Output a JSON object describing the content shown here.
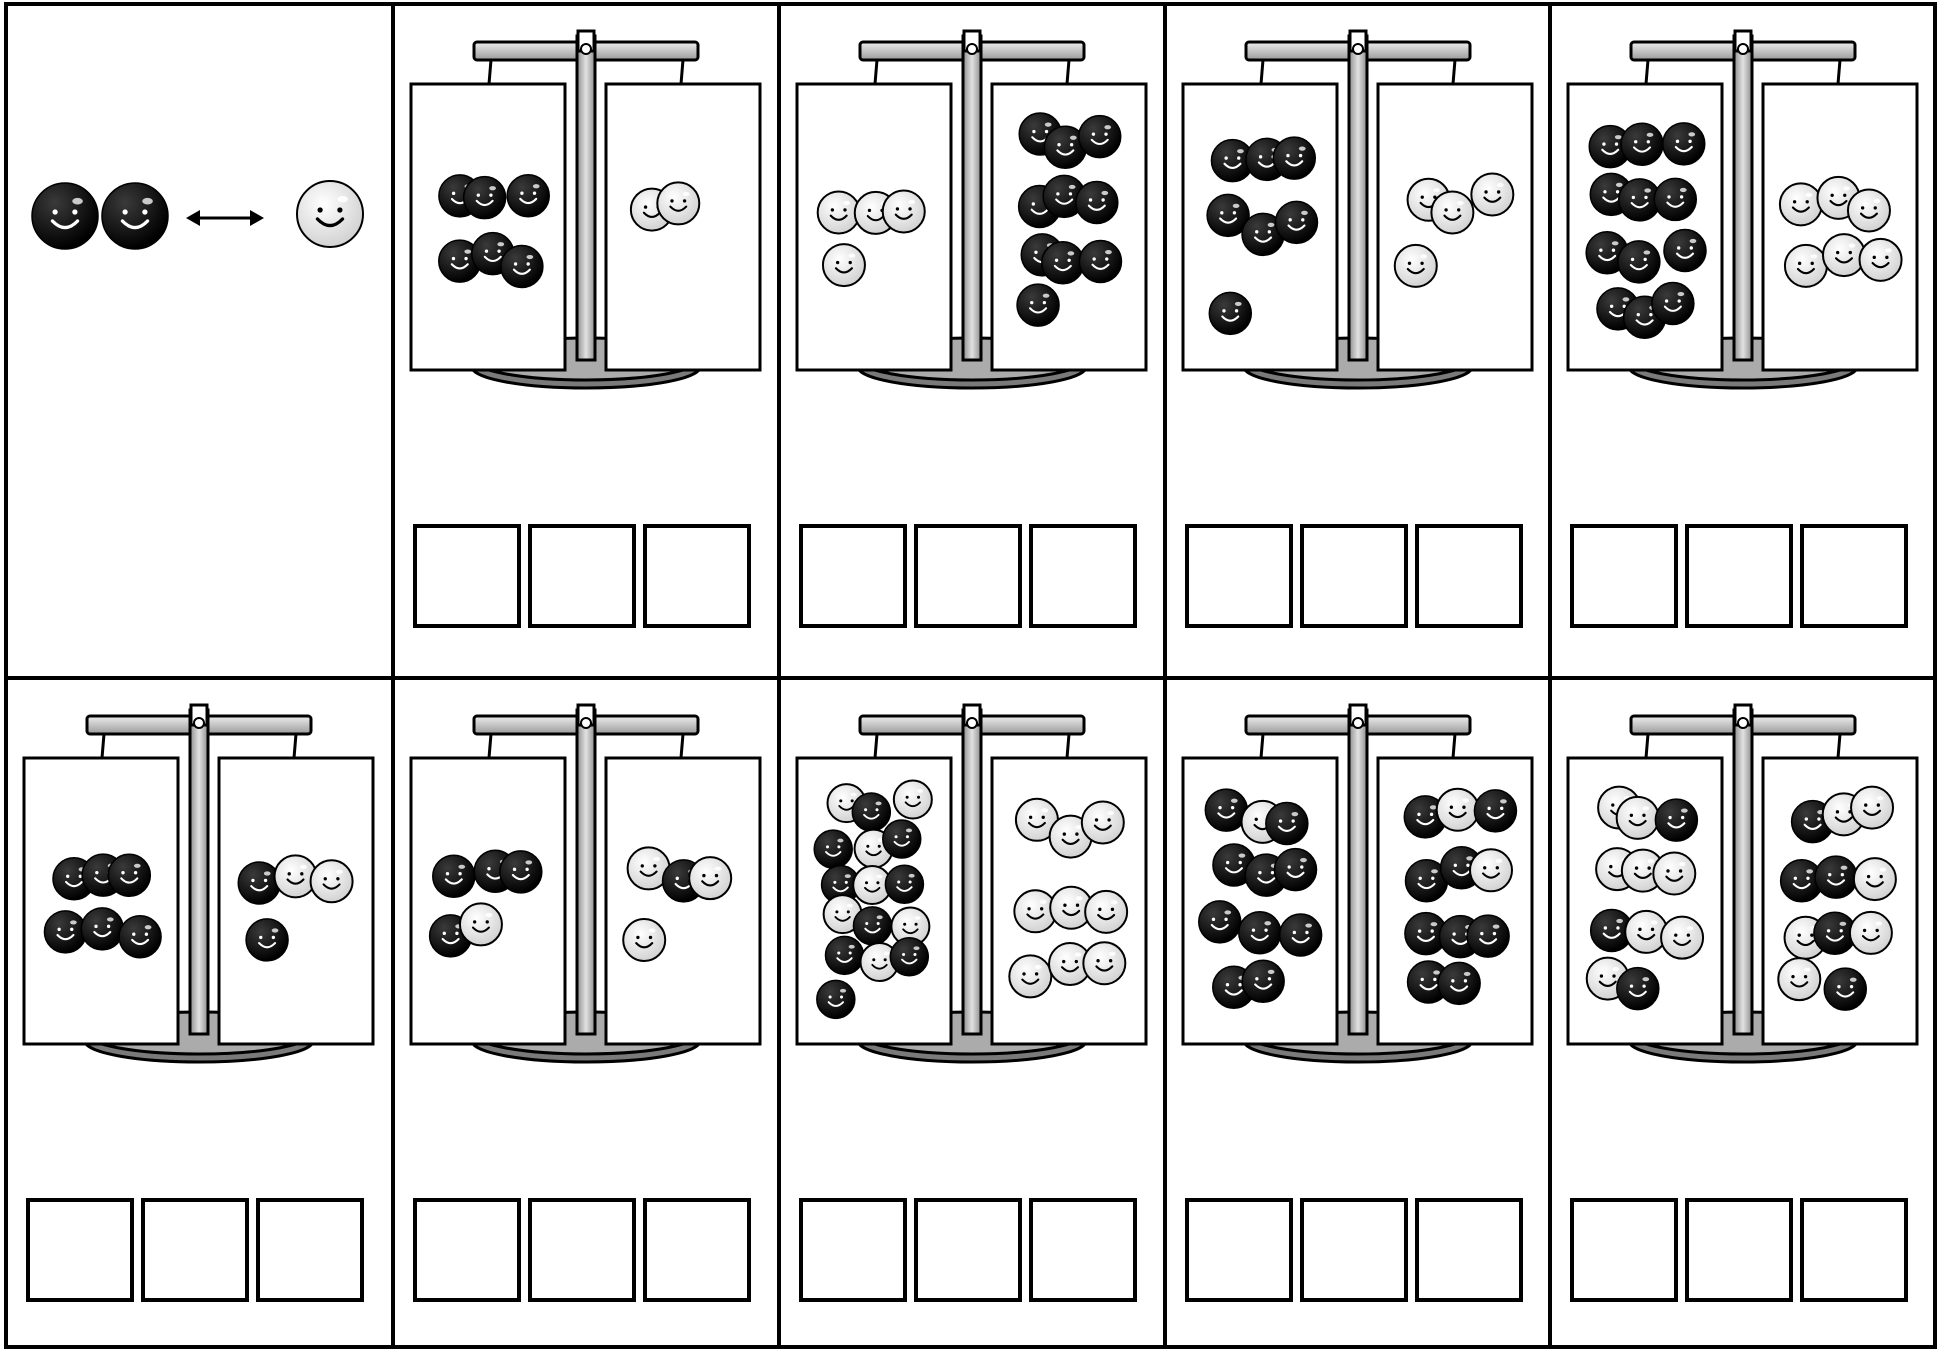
{
  "worksheet": {
    "type": "balance-scale counting worksheet",
    "colors": {
      "ink": "#000000",
      "paper": "#ffffff",
      "light_ball": "#ececec",
      "scale_metal": "#b4b4b4",
      "base": "#a9a9a9"
    },
    "legend": {
      "left_dark_balls": 2,
      "right_light_balls": 1,
      "relation_icon": "double-arrow-icon"
    },
    "answer_boxes_per_puzzle": 3,
    "puzzles": [
      {
        "id": 1,
        "left": {
          "dark": 6,
          "light": 0
        },
        "right": {
          "dark": 0,
          "light": 2
        }
      },
      {
        "id": 2,
        "left": {
          "dark": 0,
          "light": 4
        },
        "right": {
          "dark": 10,
          "light": 0
        }
      },
      {
        "id": 3,
        "left": {
          "dark": 7,
          "light": 0
        },
        "right": {
          "dark": 0,
          "light": 4
        }
      },
      {
        "id": 4,
        "left": {
          "dark": 12,
          "light": 0
        },
        "right": {
          "dark": 0,
          "light": 6
        }
      },
      {
        "id": 5,
        "left": {
          "dark": 6,
          "light": 0
        },
        "right": {
          "dark": 2,
          "light": 2
        }
      },
      {
        "id": 6,
        "left": {
          "dark": 4,
          "light": 1
        },
        "right": {
          "dark": 1,
          "light": 3
        }
      },
      {
        "id": 7,
        "left": {
          "dark": 9,
          "light": 7
        },
        "right": {
          "dark": 0,
          "light": 9
        }
      },
      {
        "id": 8,
        "left": {
          "dark": 10,
          "light": 1
        },
        "right": {
          "dark": 9,
          "light": 2
        }
      },
      {
        "id": 9,
        "left": {
          "dark": 3,
          "light": 8
        },
        "right": {
          "dark": 5,
          "light": 6
        }
      }
    ]
  }
}
